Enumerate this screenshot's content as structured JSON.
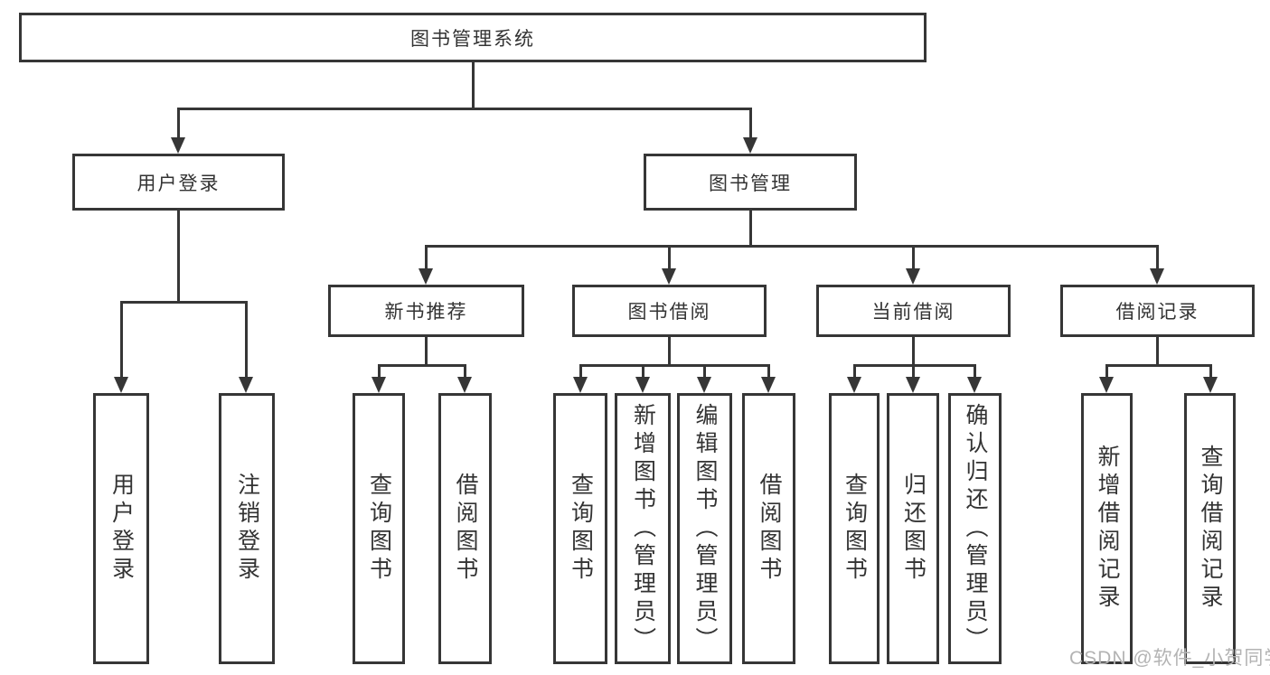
{
  "colors": {
    "background": "#ffffff",
    "line": "#363636",
    "box_border": "#363636",
    "text": "#333333",
    "watermark": "#b3b3b3"
  },
  "nodes": {
    "root": {
      "label": "图书管理系统"
    },
    "user_login": {
      "label": "用户登录"
    },
    "book_mgmt": {
      "label": "图书管理"
    },
    "new_book_rec": {
      "label": "新书推荐"
    },
    "book_borrow": {
      "label": "图书借阅"
    },
    "current_borrow": {
      "label": "当前借阅"
    },
    "borrow_records": {
      "label": "借阅记录"
    },
    "leaf_user_login": {
      "label": "用户登录"
    },
    "leaf_logout": {
      "label": "注销登录"
    },
    "leaf_nb_query_books": {
      "label": "查询图书"
    },
    "leaf_nb_borrow_books": {
      "label": "借阅图书"
    },
    "leaf_bb_query_books": {
      "label": "查询图书"
    },
    "leaf_bb_add_books": {
      "label": "新增图书（管理员）"
    },
    "leaf_bb_edit_books": {
      "label": "编辑图书（管理员）"
    },
    "leaf_bb_borrow_books": {
      "label": "借阅图书"
    },
    "leaf_cb_query_books": {
      "label": "查询图书"
    },
    "leaf_cb_return_books": {
      "label": "归还图书"
    },
    "leaf_cb_confirm_return": {
      "label": "确认归还（管理员）"
    },
    "leaf_br_add_record": {
      "label": "新增借阅记录"
    },
    "leaf_br_query_record": {
      "label": "查询借阅记录"
    }
  },
  "hierarchy": {
    "图书管理系统": {
      "用户登录": [
        "用户登录",
        "注销登录"
      ],
      "图书管理": {
        "新书推荐": [
          "查询图书",
          "借阅图书"
        ],
        "图书借阅": [
          "查询图书",
          "新增图书（管理员）",
          "编辑图书（管理员）",
          "借阅图书"
        ],
        "当前借阅": [
          "查询图书",
          "归还图书",
          "确认归还（管理员）"
        ],
        "借阅记录": [
          "新增借阅记录",
          "查询借阅记录"
        ]
      }
    }
  },
  "watermark": {
    "text": "CSDN @软件_小贺同学"
  }
}
